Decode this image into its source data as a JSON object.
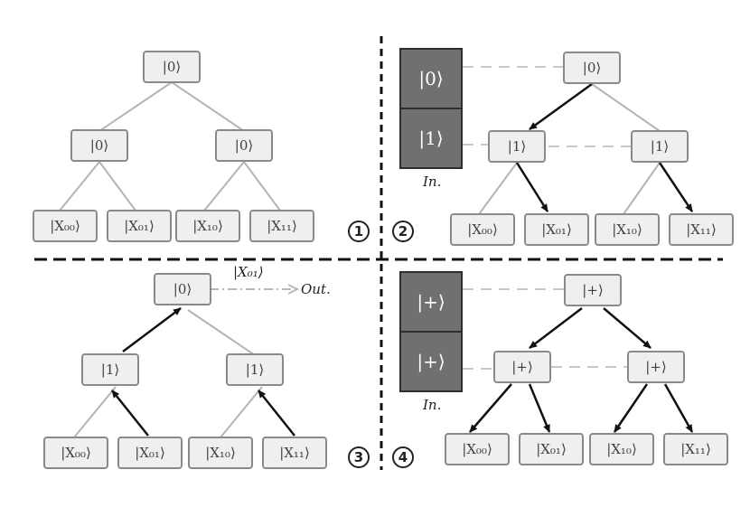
{
  "panels": {
    "p1": {
      "number": "1",
      "root": "|0⟩",
      "mid": [
        "|0⟩",
        "|0⟩"
      ],
      "leaves": [
        "|X₀₀⟩",
        "|X₀₁⟩",
        "|X₁₀⟩",
        "|X₁₁⟩"
      ]
    },
    "p2": {
      "number": "2",
      "register": [
        "|0⟩",
        "|1⟩"
      ],
      "register_label": "In.",
      "root": "|0⟩",
      "mid": [
        "|1⟩",
        "|1⟩"
      ],
      "leaves": [
        "|X₀₀⟩",
        "|X₀₁⟩",
        "|X₁₀⟩",
        "|X₁₁⟩"
      ]
    },
    "p3": {
      "number": "3",
      "root": "|0⟩",
      "mid": [
        "|1⟩",
        "|1⟩"
      ],
      "leaves": [
        "|X₀₀⟩",
        "|X₀₁⟩",
        "|X₁₀⟩",
        "|X₁₁⟩"
      ],
      "output_state": "|X₀₁⟩",
      "output_label": "Out."
    },
    "p4": {
      "number": "4",
      "register": [
        "|+⟩",
        "|+⟩"
      ],
      "register_label": "In.",
      "root": "|+⟩",
      "mid": [
        "|+⟩",
        "|+⟩"
      ],
      "leaves": [
        "|X₀₀⟩",
        "|X₀₁⟩",
        "|X₁₀⟩",
        "|X₁₁⟩"
      ]
    }
  },
  "colors": {
    "node_fill": "#efefef",
    "node_border": "#8a8a8a",
    "register_fill": "#707070",
    "active_edge": "#111111",
    "inactive_edge": "#b4b4b4",
    "dashed_link": "#c8c8c8"
  }
}
